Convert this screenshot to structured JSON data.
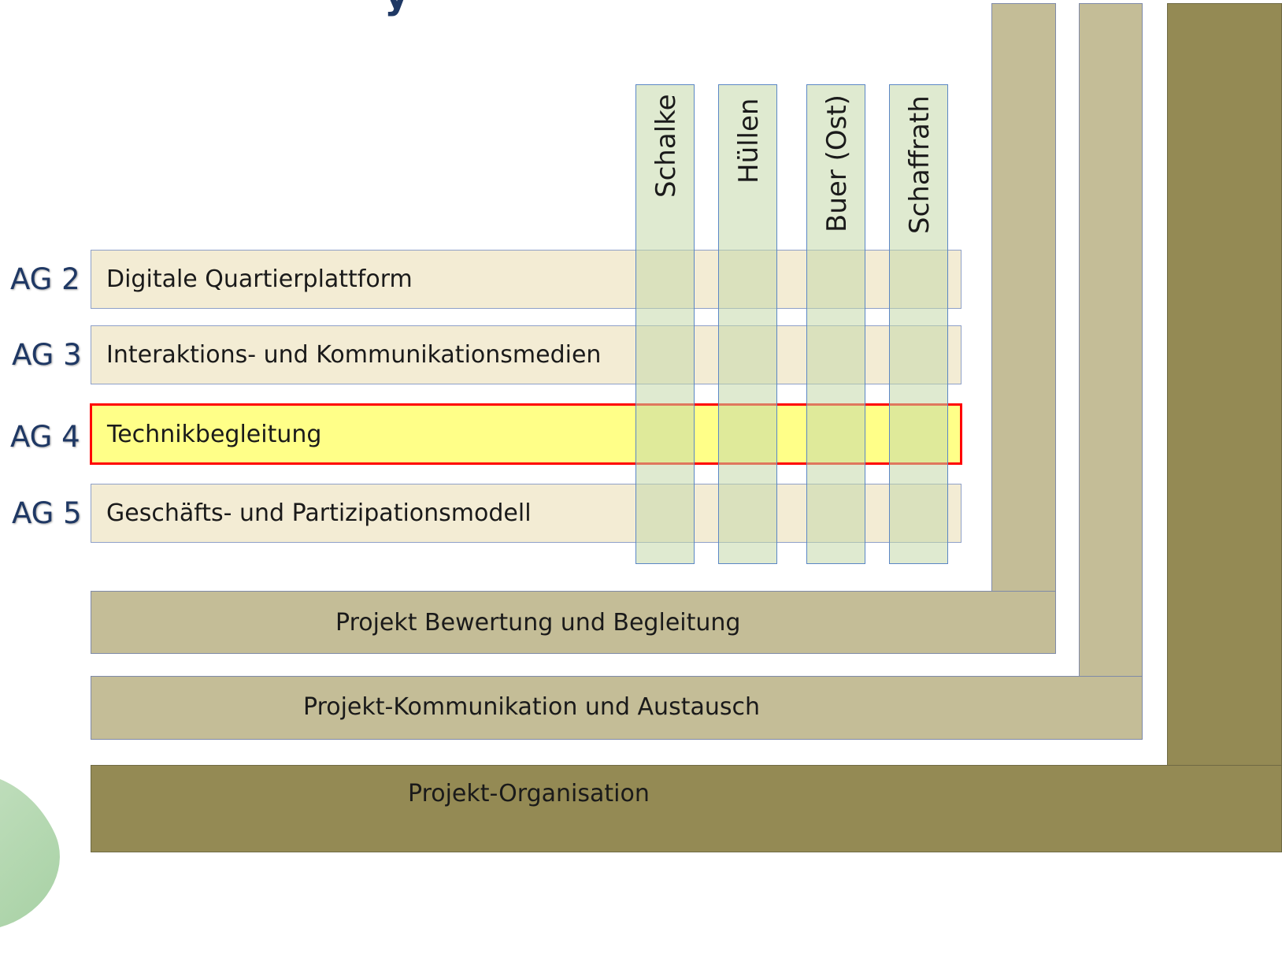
{
  "title_fragment": "y",
  "working_groups": [
    {
      "label": "AG 2",
      "title": "Digitale Quartierplattform",
      "highlighted": false
    },
    {
      "label": "AG 3",
      "title": "Interaktions- und Kommunikationsmedien",
      "highlighted": false
    },
    {
      "label": "AG 4",
      "title": "Technikbegleitung",
      "highlighted": true
    },
    {
      "label": "AG 5",
      "title": "Geschäfts- und Partizipationsmodell",
      "highlighted": false
    }
  ],
  "districts": [
    "Schalke",
    "Hüllen",
    "Buer (Ost)",
    "Schaffrath"
  ],
  "frames": {
    "bewertung": "Projekt Bewertung und Begleitung",
    "kommunikation": "Projekt-Kommunikation und Austausch",
    "organisation": "Projekt-Organisation"
  },
  "colors": {
    "highlight_border": "#ff0000",
    "highlight_fill": "#ffff88",
    "row_fill": "#f3ecd4",
    "frame_light": "#c4bd97",
    "frame_dark": "#948a54",
    "district_fill": "#c4d8aa",
    "ag_label": "#1f3864"
  }
}
